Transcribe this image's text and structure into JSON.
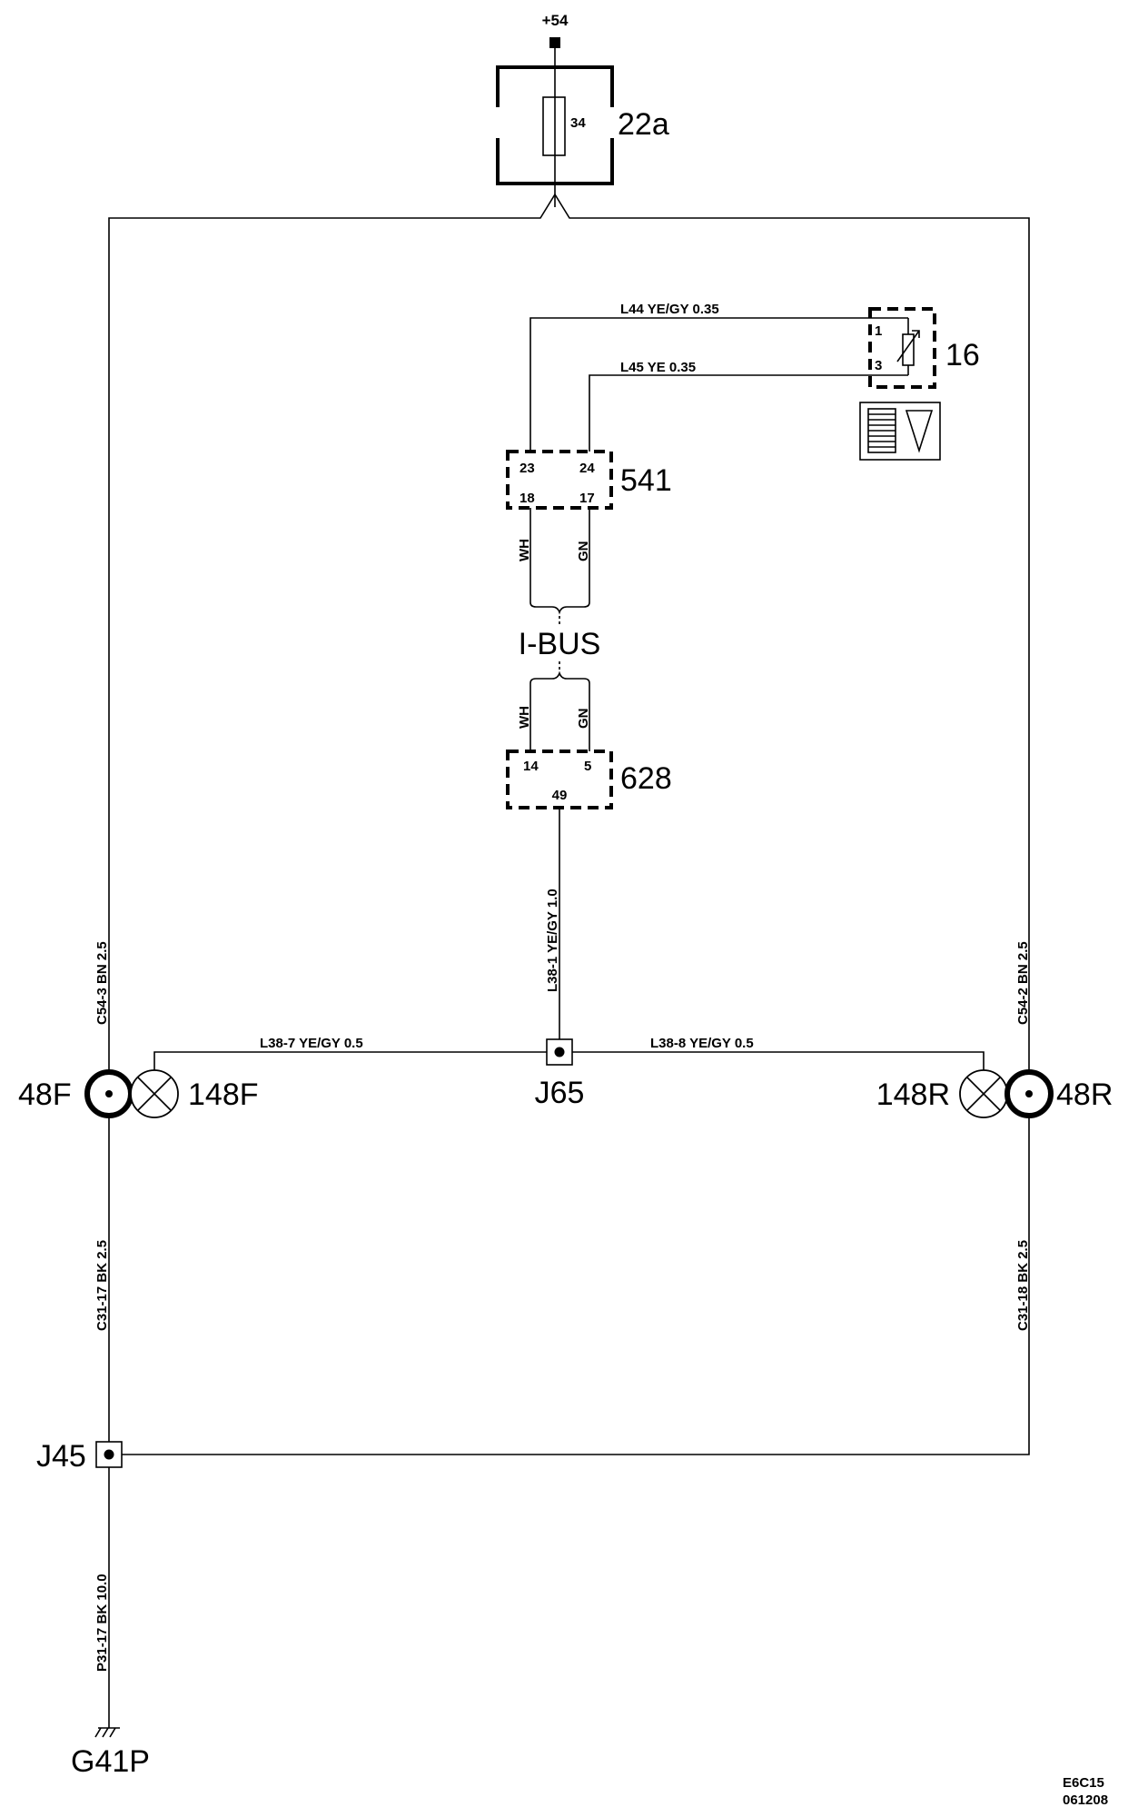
{
  "supply": {
    "label": "+54"
  },
  "fuse": {
    "pin": "34",
    "label": "22a"
  },
  "component_16": {
    "label": "16",
    "pin1": "1",
    "pin3": "3"
  },
  "module_541": {
    "label": "541",
    "pins": [
      "23",
      "24",
      "18",
      "17"
    ]
  },
  "module_628": {
    "label": "628",
    "pins": [
      "14",
      "5",
      "49"
    ]
  },
  "bus": {
    "label": "I-BUS"
  },
  "wires": {
    "l44": "L44   YE/GY   0.35",
    "l45": "L45   YE   0.35",
    "wh_top": "WH",
    "gn_top": "GN",
    "wh_bottom": "WH",
    "gn_bottom": "GN",
    "l38_1": "L38-1   YE/GY   1.0",
    "l38_7": "L38-7        YE/GY     0.5",
    "l38_8": "L38-8        YE/GY     0.5",
    "c54_3": "C54-3   BN   2.5",
    "c54_2": "C54-2   BN   2.5",
    "c31_17": "C31-17   BK   2.5",
    "c31_18": "C31-18   BK   2.5",
    "p31_17": "P31-17   BK   10.0"
  },
  "components": {
    "48F": "48F",
    "148F": "148F",
    "148R": "148R",
    "48R": "48R",
    "J65": "J65",
    "J45": "J45",
    "G41P": "G41P"
  },
  "footer": {
    "code1": "E6C15",
    "code2": "061208"
  }
}
